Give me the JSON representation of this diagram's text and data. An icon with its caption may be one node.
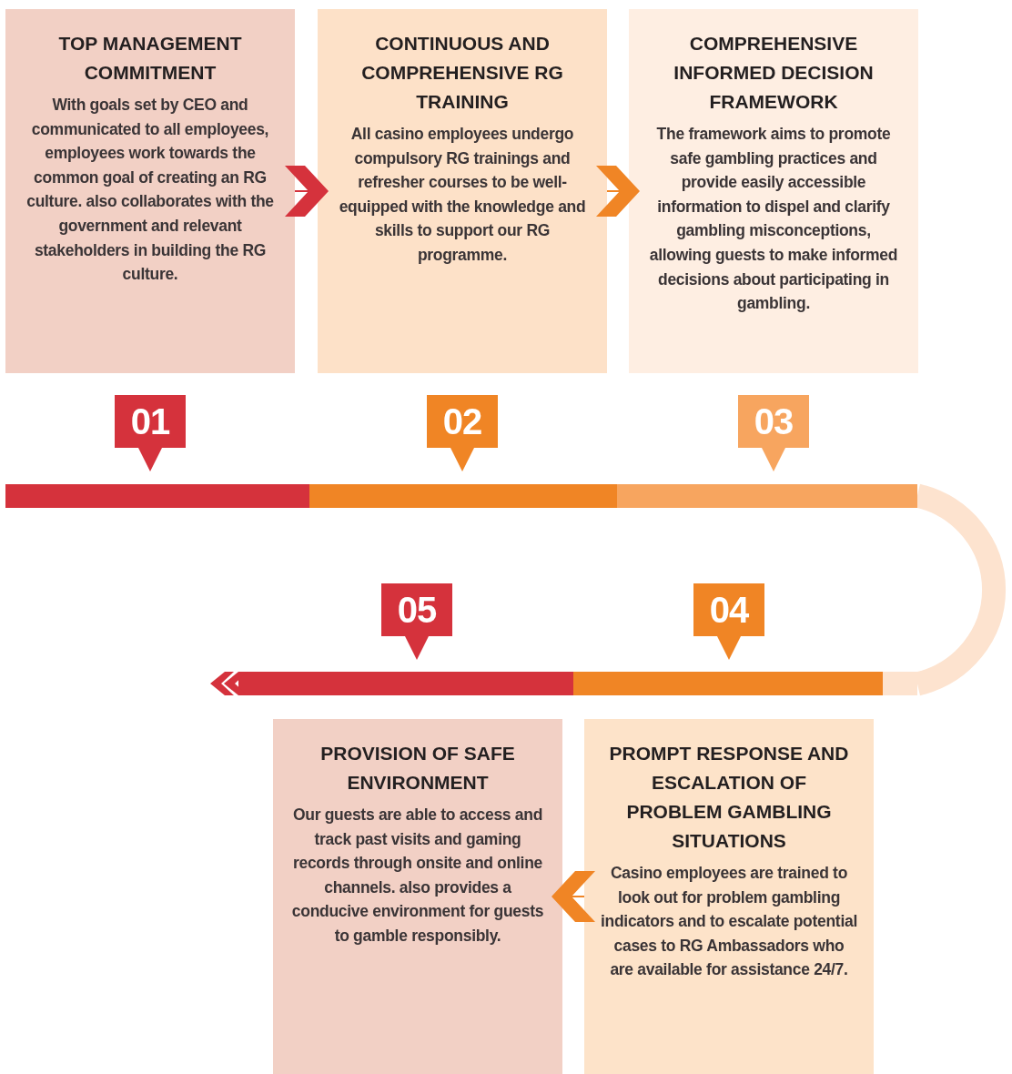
{
  "diagram": {
    "nodes": [
      {
        "text": [
          "TOP MANAGEMENT COMMITMENT",
          "With goals set by CEO and communicated to all employees, employees work towards the common goal of creating an RG culture. also collaborates with the government and relevant stakeholders in building the RG culture."
        ]
      },
      {
        "text": [
          "CONTINUOUS AND COMPREHENSIVE RG TRAINING",
          "All casino employees undergo compulsory RG trainings and refresher courses to be well-equipped with the knowledge and skills to support our RG programme."
        ]
      },
      {
        "text": [
          "COMPREHENSIVE INFORMED DECISION FRAMEWORK",
          "The framework aims to promote safe gambling practices and provide easily accessible information to dispel and clarify gambling misconceptions, allowing guests to make informed decisions about participating in gambling."
        ]
      },
      {
        "text": [
          "01"
        ]
      },
      {
        "text": [
          "02"
        ]
      },
      {
        "text": [
          "03"
        ]
      },
      {
        "text": [
          "05"
        ]
      },
      {
        "text": [
          "04"
        ]
      },
      {
        "text": [
          "PROVISION OF SAFE ENVIRONMENT",
          "Our guests are able to access and track past visits and gaming records through onsite and online channels. also provides a conducive environment for guests to gamble responsibly."
        ]
      },
      {
        "text": [
          "PROMPT RESPONSE AND ESCALATION OF PROBLEM GAMBLING SITUATIONS",
          "Casino employees are trained to look out for problem gambling indicators and to escalate potential cases to RG Ambassadors who are available for assistance 24/7."
        ]
      }
    ],
    "edges": [
      {
        "from": 0,
        "to": 1,
        "arrow": "to",
        "color": "#d5323c"
      },
      {
        "from": 1,
        "to": 2,
        "arrow": "to"
      },
      {
        "from": 9,
        "to": 8,
        "arrow": "to"
      }
    ]
  }
}
